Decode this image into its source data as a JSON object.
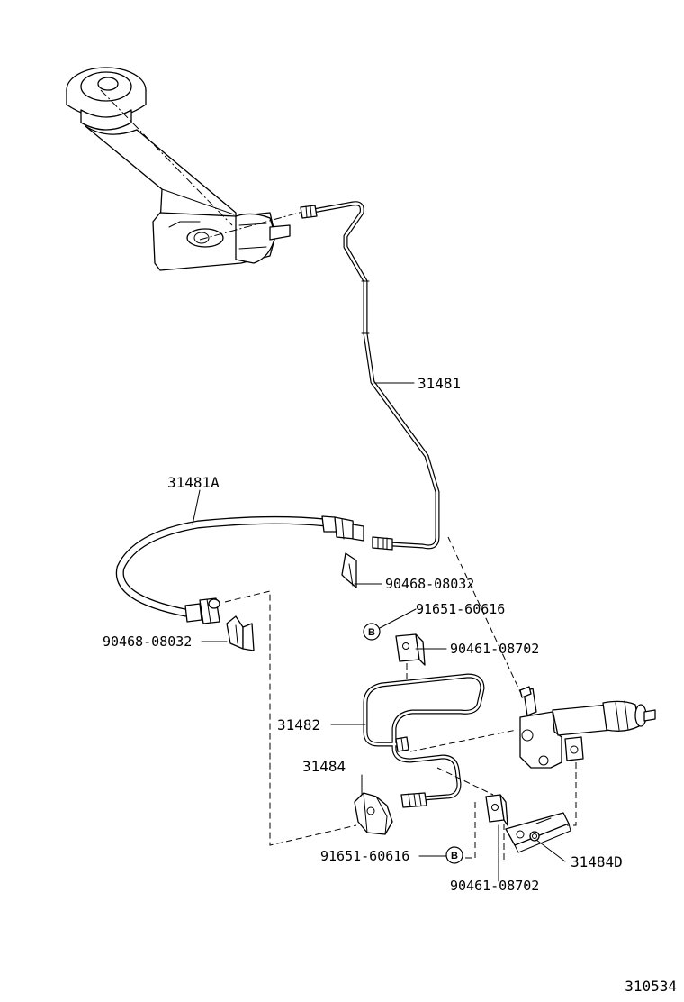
{
  "figure_code": "310534",
  "labels": {
    "clutch_line": "31481",
    "flexible_hose": "31481A",
    "hose_clip_upper": "90468-08032",
    "hose_clip_lower": "90468-08032",
    "bolt_upper": "91651-60616",
    "clip_upper": "90461-08702",
    "release_tube": "31482",
    "bracket": "31484",
    "bolt_lower": "91651-60616",
    "clip_lower": "90461-08702",
    "release_bracket": "31484D"
  },
  "callouts": {
    "upper": "B",
    "lower": "B"
  }
}
